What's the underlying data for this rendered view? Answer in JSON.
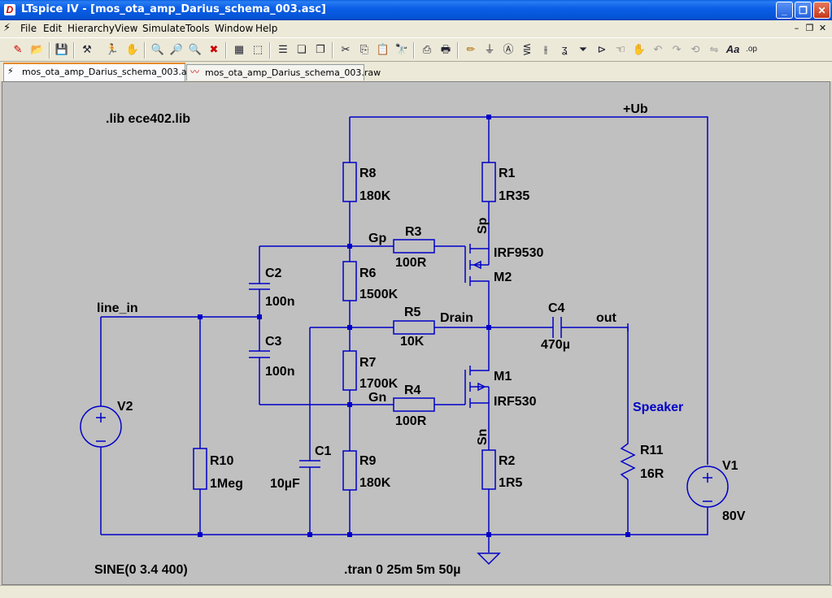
{
  "window": {
    "title": "LTspice IV - [mos_ota_amp_Darius_schema_003.asc]"
  },
  "menu": [
    "File",
    "Edit",
    "Hierarchy",
    "View",
    "Simulate",
    "Tools",
    "Window",
    "Help"
  ],
  "toolbar_icons": [
    "new-schematic",
    "open",
    "save",
    "hammer",
    "run",
    "zoom-in",
    "pan",
    "zoom-out",
    "zoom-cancel",
    "autorange",
    "fit",
    "tile-horizontal",
    "cascade",
    "close-all",
    "cut",
    "copy",
    "paste",
    "find",
    "print-setup",
    "print",
    "draw-wire",
    "ground",
    "label-net",
    "resistor",
    "capacitor",
    "inductor",
    "diode",
    "component",
    "move",
    "drag",
    "undo",
    "redo",
    "rotate",
    "mirror",
    "text",
    "spice-directive"
  ],
  "tabs": [
    {
      "label": "mos_ota_amp_Darius_schema_003.asc",
      "icon": "schematic-icon",
      "active": true
    },
    {
      "label": "mos_ota_amp_Darius_schema_003.raw",
      "icon": "waveform-icon",
      "active": false
    }
  ],
  "schematic": {
    "wire_color": "#0000c8",
    "text_color": "#000000",
    "speaker_color": "#0000c8",
    "directives": {
      "lib": ".lib ece402.lib",
      "tran": ".tran 0 25m 5m 50µ",
      "sine": "SINE(0 3.4 400)"
    },
    "nets": {
      "ub": "+Ub",
      "line_in": "line_in",
      "gp": "Gp",
      "gn": "Gn",
      "drain": "Drain",
      "out": "out",
      "sp": "Sp",
      "sn": "Sn",
      "speaker": "Speaker"
    },
    "components": {
      "R8": {
        "name": "R8",
        "value": "180K"
      },
      "R1": {
        "name": "R1",
        "value": "1R35"
      },
      "R3": {
        "name": "R3",
        "value": "100R"
      },
      "R6": {
        "name": "R6",
        "value": "1500K"
      },
      "R5": {
        "name": "R5",
        "value": "10K"
      },
      "R7": {
        "name": "R7",
        "value": "1700K"
      },
      "R4": {
        "name": "R4",
        "value": "100R"
      },
      "R9": {
        "name": "R9",
        "value": "180K"
      },
      "R2": {
        "name": "R2",
        "value": "1R5"
      },
      "R10": {
        "name": "R10",
        "value": "1Meg"
      },
      "R11": {
        "name": "R11",
        "value": "16R"
      },
      "C1": {
        "name": "C1",
        "value": "10µF"
      },
      "C2": {
        "name": "C2",
        "value": "100n"
      },
      "C3": {
        "name": "C3",
        "value": "100n"
      },
      "C4": {
        "name": "C4",
        "value": "470µ"
      },
      "M1": {
        "name": "M1",
        "value": "IRF530"
      },
      "M2": {
        "name": "M2",
        "value": "IRF9530"
      },
      "V1": {
        "name": "V1",
        "value": "80V"
      },
      "V2": {
        "name": "V2",
        "value": ""
      }
    }
  }
}
